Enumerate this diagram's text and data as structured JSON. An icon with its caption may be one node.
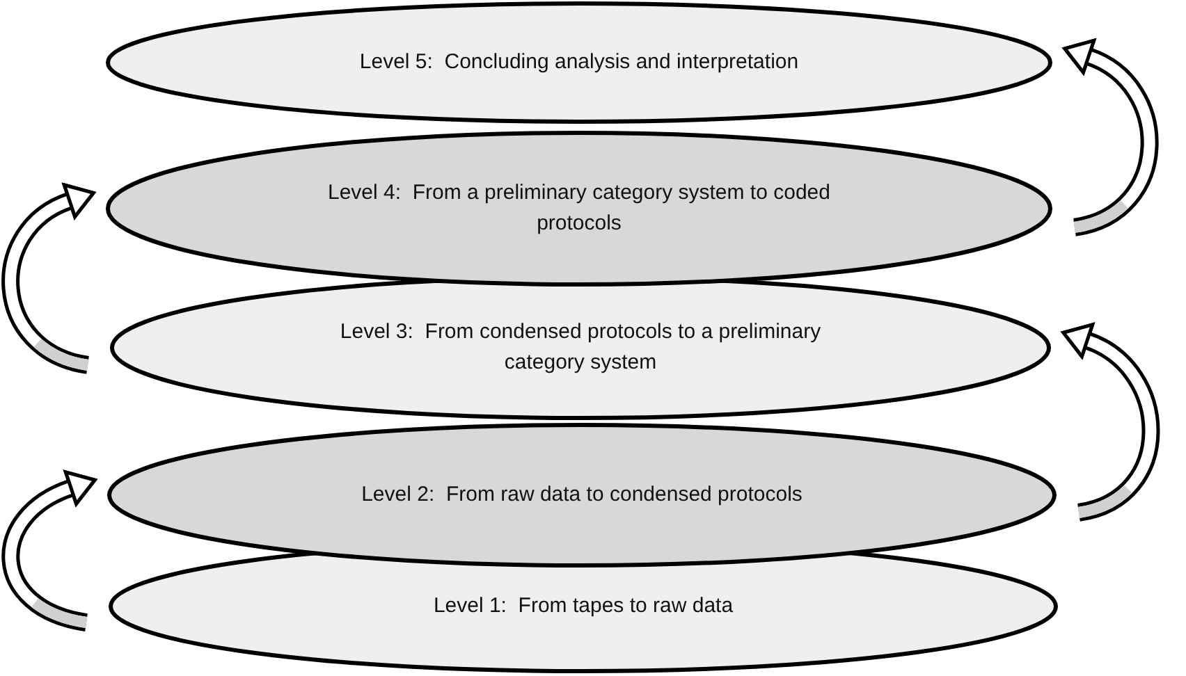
{
  "diagram": {
    "nodes": [
      {
        "text": [
          "Level 5:  Concluding analysis and interpretation"
        ]
      },
      {
        "text": [
          "Level 4:  From a preliminary category system to coded protocols"
        ]
      },
      {
        "text": [
          "Level 3:  From condensed protocols to a preliminary category system"
        ]
      },
      {
        "text": [
          "Level 2:  From raw data to condensed protocols"
        ]
      },
      {
        "text": [
          "Level 1:  From tapes to raw data"
        ]
      }
    ],
    "edges": [
      {
        "from": 4,
        "to": 3,
        "arrow": "to"
      },
      {
        "from": 3,
        "to": 2,
        "arrow": "to"
      },
      {
        "from": 2,
        "to": 1,
        "arrow": "to"
      },
      {
        "from": 1,
        "to": 0,
        "arrow": "to"
      }
    ]
  }
}
